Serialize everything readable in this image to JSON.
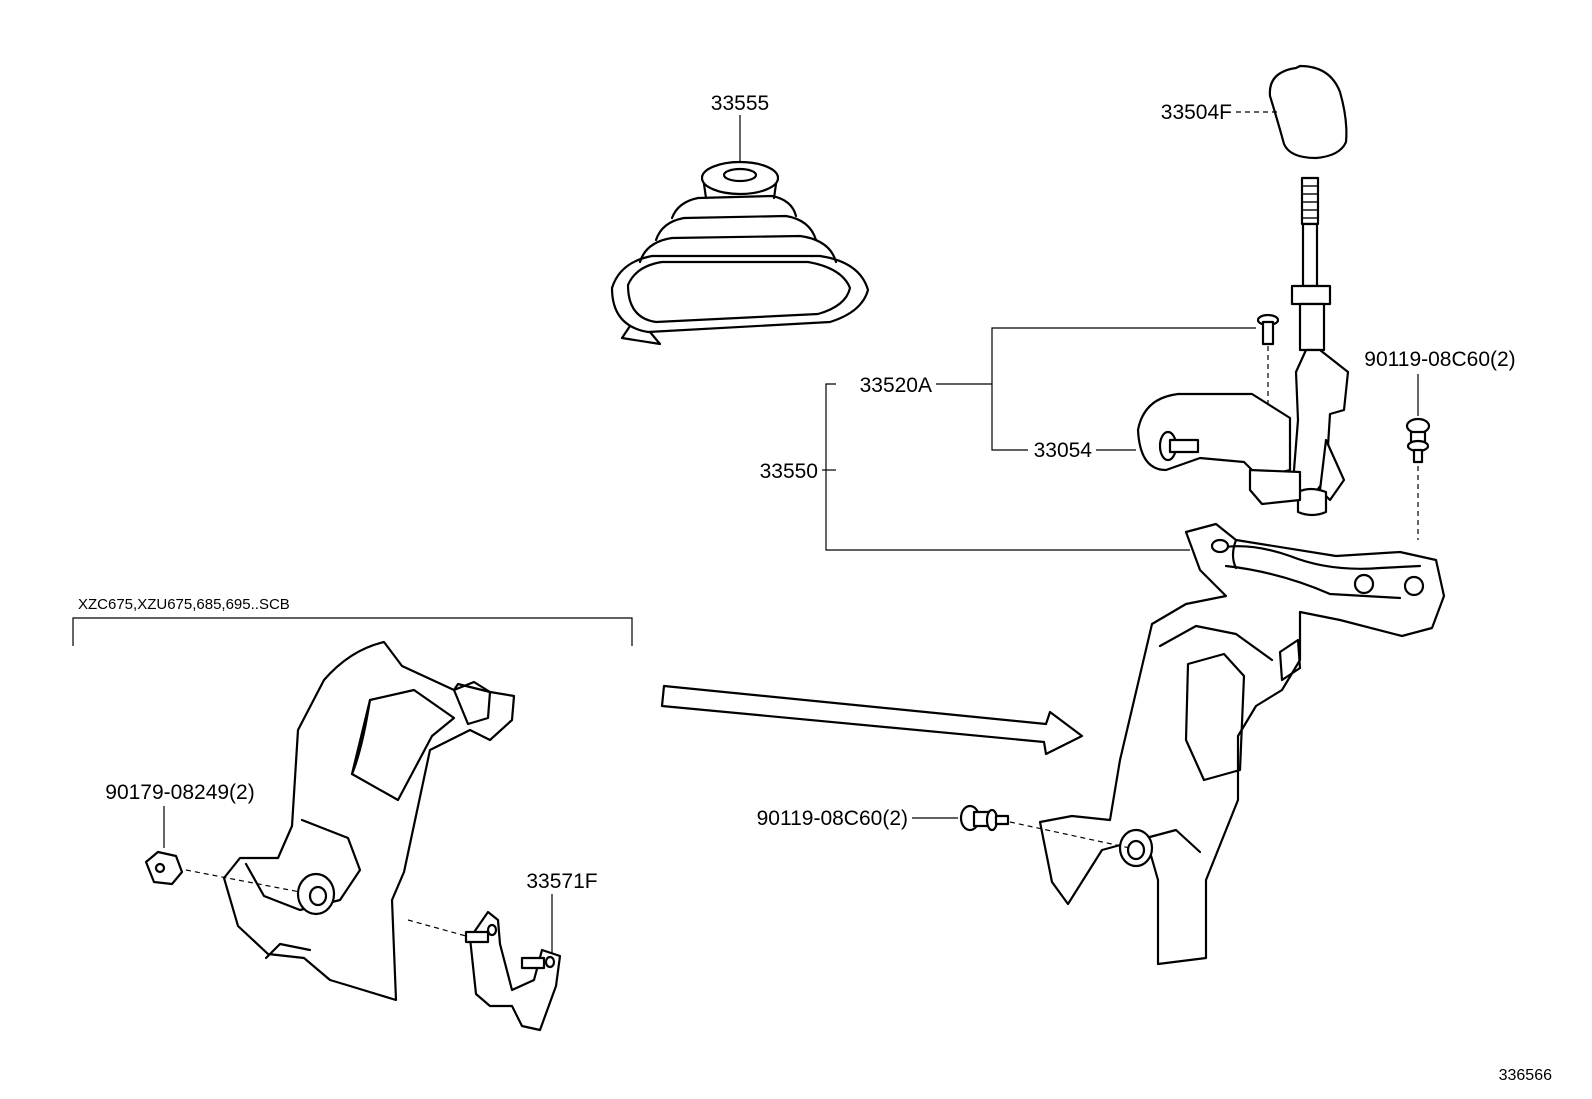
{
  "labels": {
    "p33555": "33555",
    "p33504F": "33504F",
    "p33520A": "33520A",
    "p33054": "33054",
    "p33550": "33550",
    "p90119_top": "90119-08C60(2)",
    "p90119_mid": "90119-08C60(2)",
    "p90179": "90179-08249(2)",
    "p33571F": "33571F"
  },
  "variant_note": "XZC675,XZU675,685,695..SCB",
  "illustration_id": "336566"
}
